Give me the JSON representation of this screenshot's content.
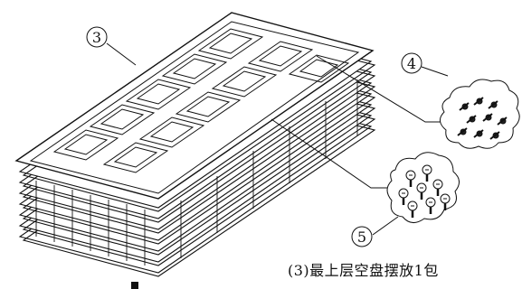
{
  "callouts": {
    "tray_label": "3",
    "screw_a_label": "4",
    "screw_b_label": "5"
  },
  "caption": "(3)最上层空盘摆放1包",
  "colors": {
    "line": "#111111",
    "paper": "#ffffff"
  }
}
